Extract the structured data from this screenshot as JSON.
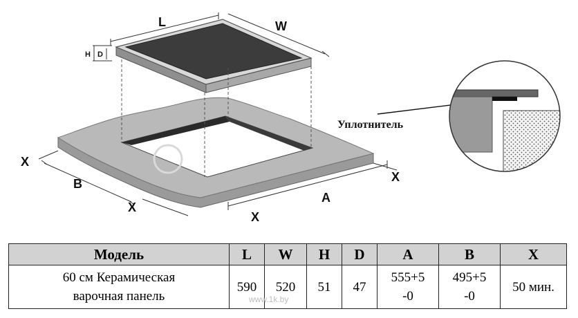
{
  "diagram": {
    "labels": {
      "L": "L",
      "W": "W",
      "H": "H",
      "D": "D",
      "A": "A",
      "B": "B",
      "X": "X"
    },
    "gasket_label": "Уплотнитель"
  },
  "table": {
    "headers": [
      "Модель",
      "L",
      "W",
      "H",
      "D",
      "A",
      "B",
      "X"
    ],
    "row": {
      "model_line1": "60 см Керамическая",
      "model_line2": "варочная панель",
      "L": "590",
      "W": "520",
      "H": "51",
      "D": "47",
      "A_line1": "555+5",
      "A_line2": "-0",
      "B_line1": "495+5",
      "B_line2": "-0",
      "X": "50 мин."
    }
  },
  "watermark": "www.1k.by"
}
